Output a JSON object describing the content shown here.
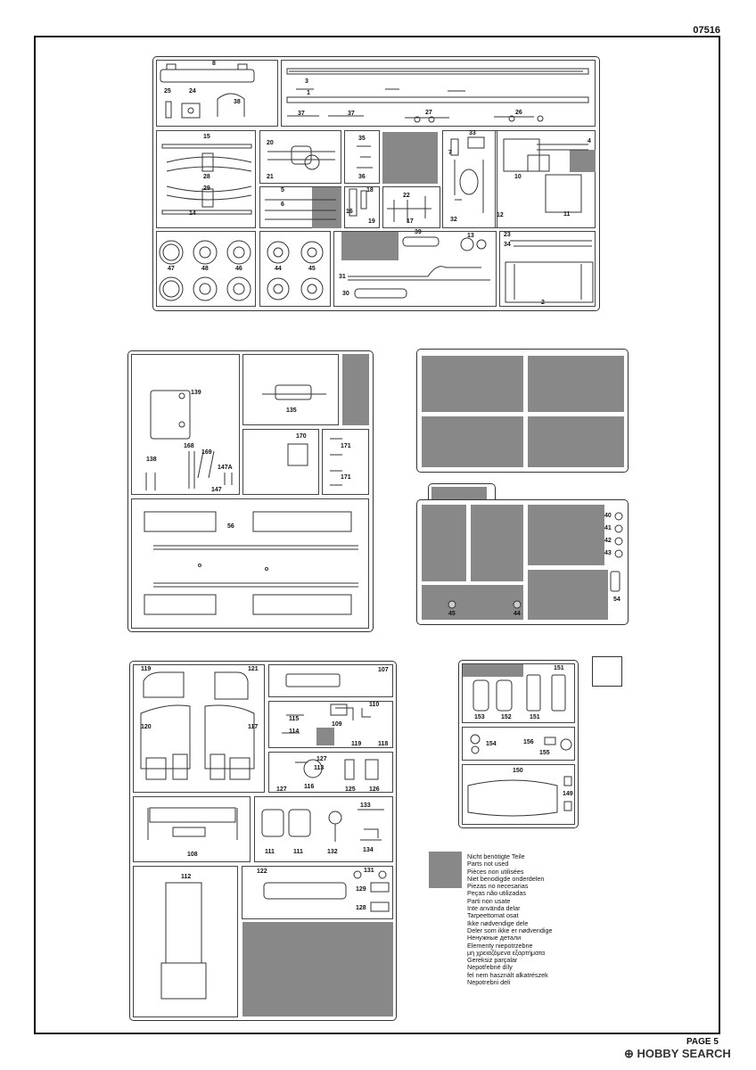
{
  "header": {
    "catalog_number": "07516"
  },
  "footer": {
    "page_label": "PAGE 5",
    "watermark": "HOBBY SEARCH"
  },
  "sprue_a": {
    "parts": [
      "8",
      "25",
      "24",
      "38",
      "3",
      "1",
      "37",
      "37",
      "27",
      "26",
      "15",
      "28",
      "29",
      "14",
      "20",
      "21",
      "35",
      "36",
      "5",
      "6",
      "18",
      "16",
      "19",
      "22",
      "17",
      "33",
      "7",
      "32",
      "12",
      "10",
      "11",
      "4",
      "47",
      "48",
      "46",
      "44",
      "45",
      "39",
      "13",
      "23",
      "34",
      "31",
      "30",
      "2"
    ]
  },
  "sprue_b": {
    "parts": [
      "139",
      "135",
      "170",
      "171",
      "171",
      "138",
      "168",
      "169",
      "147A",
      "147",
      "56"
    ]
  },
  "sprue_c": {
    "parts": [
      "40",
      "41",
      "42",
      "43",
      "54",
      "45",
      "44"
    ]
  },
  "sprue_d": {
    "parts": [
      "119",
      "121",
      "120",
      "117",
      "107",
      "110",
      "115",
      "109",
      "114",
      "119",
      "118",
      "127",
      "113",
      "127",
      "116",
      "125",
      "126",
      "108",
      "133",
      "111",
      "111",
      "132",
      "134",
      "112",
      "122",
      "131",
      "129",
      "128"
    ]
  },
  "sprue_e": {
    "parts": [
      "151",
      "153",
      "152",
      "151",
      "154",
      "156",
      "155",
      "150",
      "149"
    ]
  },
  "legend": {
    "lines": [
      "Nicht benötigte Teile",
      "Parts not used",
      "Pièces non utilisées",
      "Niet benodigde onderdelen",
      "Piezas no necesarias",
      "Peças não utilizadas",
      "Parti non usate",
      "Inte använda delar",
      "Tarpeettomat osat",
      "Ikke nødvendige dele",
      "Deler som ikke er nødvendige",
      "Ненужные детали",
      "Elementy niepotrzebne",
      "μη χρειαζόμενα εξαρτήματα",
      "Gereksiz parçalar",
      "Nepotřebné díly",
      "fel nem használt alkatrészek",
      "Nepotrebni deli"
    ]
  }
}
